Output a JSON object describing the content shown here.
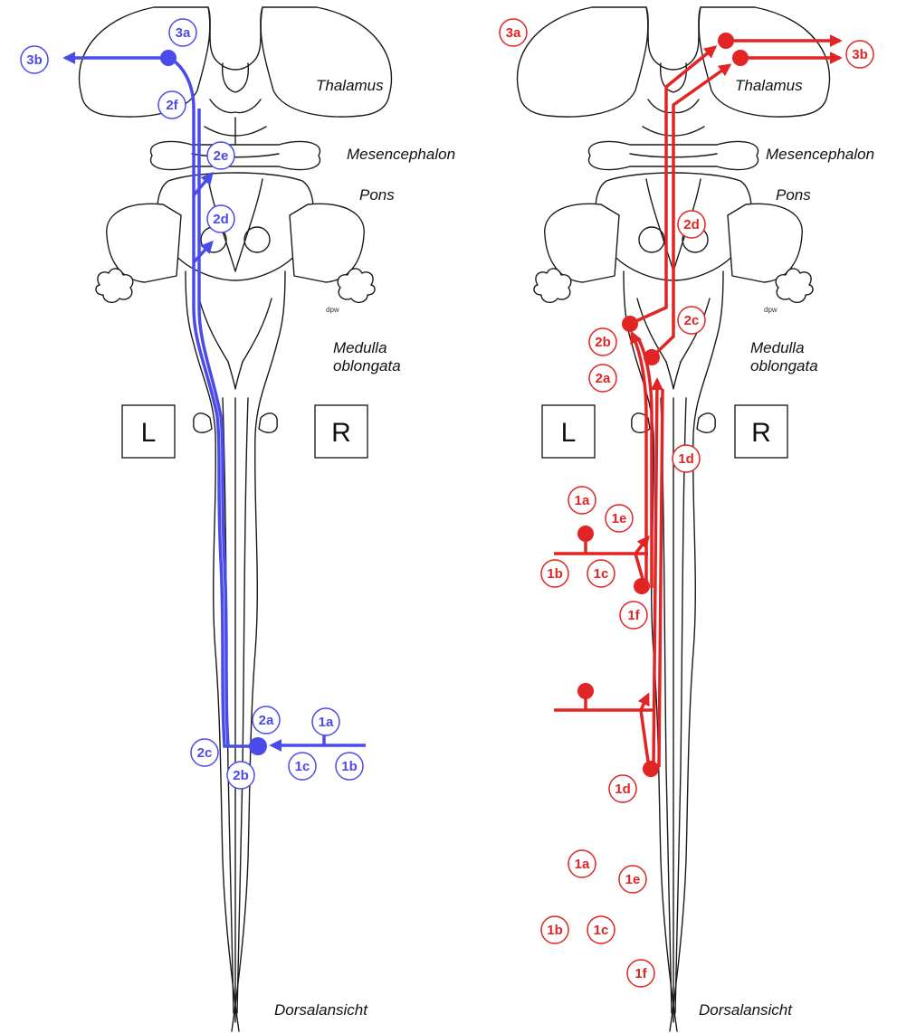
{
  "regions": {
    "thalamus": "Thalamus",
    "mesencephalon": "Mesencephalon",
    "pons": "Pons",
    "medulla_line1": "Medulla",
    "medulla_line2": "oblongata",
    "dorsal_view": "Dorsalansicht",
    "artist_mark": "dpw"
  },
  "sides": {
    "left": "L",
    "right": "R"
  },
  "colors": {
    "blue_pathway": "#4b4bea",
    "red_pathway": "#e12424",
    "outline": "#1a1a1a"
  },
  "left_panel": {
    "pathway_color": "blue",
    "labels": [
      "3a",
      "3b",
      "2f",
      "2e",
      "2d",
      "2c",
      "2a",
      "2b",
      "1a",
      "1b",
      "1c"
    ]
  },
  "right_panel": {
    "pathway_color": "red",
    "labels": [
      "3a",
      "3b",
      "2d",
      "2c",
      "2b",
      "2a",
      "1d",
      "1a",
      "1e",
      "1b",
      "1c",
      "1f",
      "1d",
      "1a",
      "1e",
      "1b",
      "1c",
      "1f"
    ]
  }
}
